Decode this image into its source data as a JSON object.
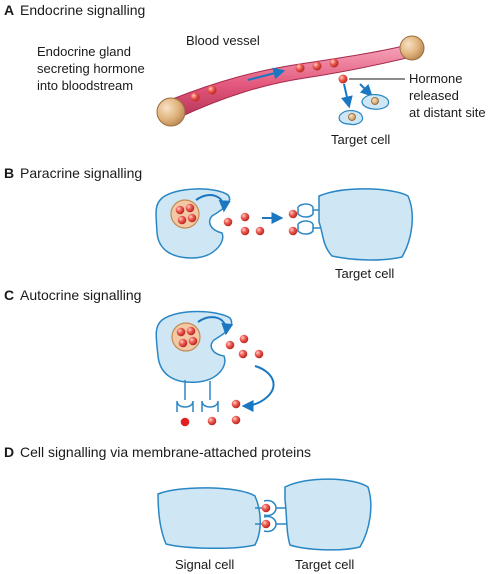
{
  "sections": {
    "a": {
      "letter": "A",
      "title": "Endocrine signalling"
    },
    "b": {
      "letter": "B",
      "title": "Paracrine signalling"
    },
    "c": {
      "letter": "C",
      "title": "Autocrine signalling"
    },
    "d": {
      "letter": "D",
      "title": "Cell signalling  via membrane-attached proteins"
    }
  },
  "labels": {
    "gland": [
      "Endocrine gland",
      "secreting hormone",
      "into bloodstream"
    ],
    "vessel": "Blood vessel",
    "hormone": [
      "Hormone",
      "released",
      "at distant site"
    ],
    "target_a": "Target cell",
    "target_b": "Target cell",
    "signal_d": "Signal cell",
    "target_d": "Target cell"
  },
  "colors": {
    "cell_fill": "#cfe6f5",
    "cell_stroke": "#2a87c4",
    "hormone_fill": "#e8574f",
    "vessel_fill": "#e35a7a",
    "gland_fill": "#e3b985",
    "arrow": "#1a78c2"
  }
}
